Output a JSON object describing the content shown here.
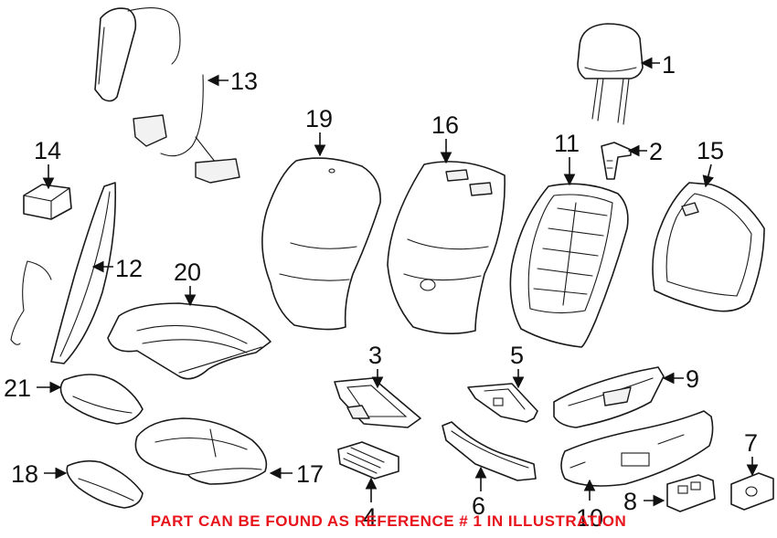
{
  "callouts": [
    "1",
    "2",
    "3",
    "4",
    "5",
    "6",
    "7",
    "8",
    "9",
    "10",
    "11",
    "12",
    "13",
    "14",
    "15",
    "16",
    "17",
    "18",
    "19",
    "20",
    "21"
  ],
  "footer_note": "PART CAN BE FOUND AS REFERENCE # 1 IN ILLUSTRATION",
  "colors": {
    "footer_note": "#e8141c",
    "line_art": "#1a1a1a",
    "background": "#ffffff"
  }
}
